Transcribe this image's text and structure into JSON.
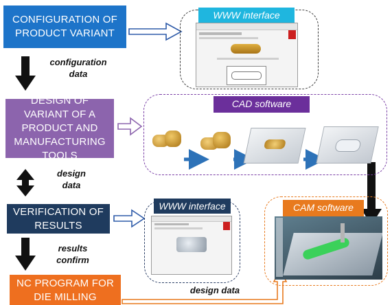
{
  "stages": {
    "config": "CONFIGURATION OF PRODUCT VARIANT",
    "design": "DESIGN OF VARIANT OF A PRODUCT AND MANUFACTURING TOOLS",
    "verify": "VERIFICATION OF RESULTS",
    "nc": "NC PROGRAM FOR DIE MILLING"
  },
  "flow_labels": {
    "configuration_data": "configuration data",
    "design_data_1": "design data",
    "results_confirm": "results confirm",
    "design_data_2": "design data"
  },
  "tags": {
    "www_top": "WWW interface",
    "cad": "CAD software",
    "www_mid": "WWW interface",
    "cam": "CAM software"
  },
  "colors": {
    "config_blue": "#1d74c9",
    "design_purple": "#8c64ad",
    "verify_navy": "#1f3b5e",
    "nc_orange": "#ee6f1f",
    "cyan_tag": "#1fb6df",
    "cad_tag": "#6b2f9b",
    "cam_tag": "#e87a1e"
  }
}
